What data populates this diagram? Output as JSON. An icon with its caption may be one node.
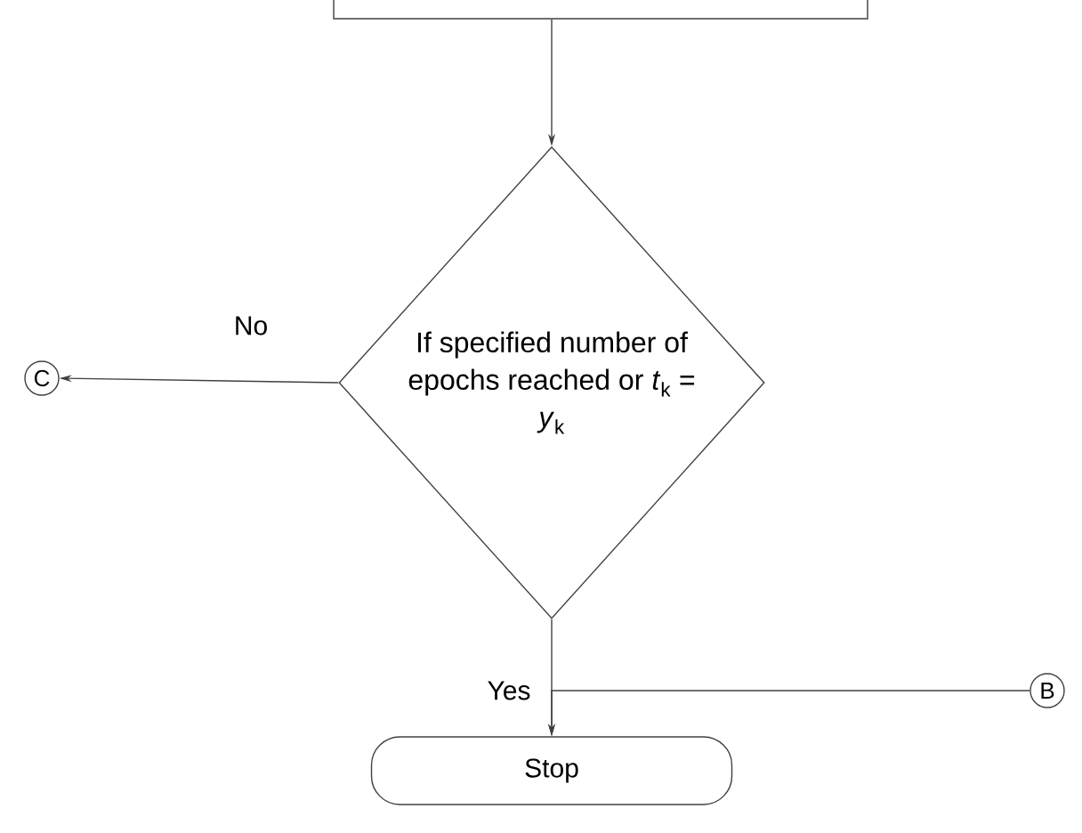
{
  "diagram": {
    "nodes": [
      {
        "text": [],
        "shape": "box"
      },
      {
        "text": [
          "If specified number of epochs reached or *t*$_{k}$ = *y*$_{k}$"
        ]
      },
      {
        "text": [
          "C"
        ]
      },
      {
        "text": [
          "B"
        ]
      },
      {
        "text": [
          "Stop"
        ]
      }
    ],
    "edges": [
      {
        "from": 0,
        "to": 1,
        "arrow": "to"
      },
      {
        "from": 1,
        "to": 2,
        "arrow": "to",
        "label": "No"
      },
      {
        "from": 1,
        "to": 4,
        "arrow": "to",
        "label": "Yes"
      },
      {
        "from": 3,
        "to": 4,
        "arrow": "to"
      }
    ]
  }
}
